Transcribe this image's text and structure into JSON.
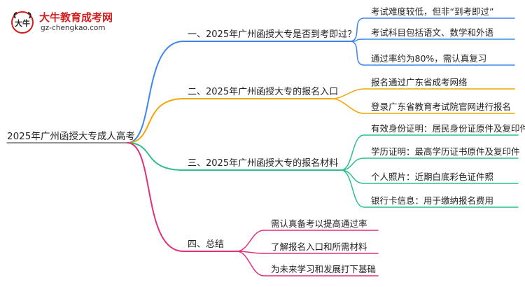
{
  "logo": {
    "name": "大牛教育成考网",
    "url": "gz-chengkao.com",
    "mark_text": "大牛"
  },
  "root": {
    "label": "2025年广州函授大专成人高考"
  },
  "branches": [
    {
      "label": "一、2025年广州函授大专是否到考即过？",
      "color": "#3f86ec",
      "children": [
        "考试难度较低，但非“到考即过”",
        "考试科目包括语文、数学和外语",
        "通过率约为80%，需认真复习"
      ]
    },
    {
      "label": "二、2025年广州函授大专的报名入口",
      "color": "#f0a500",
      "children": [
        "报名通过广东省成考网络",
        "登录广东省教育考试院官网进行报名"
      ]
    },
    {
      "label": "三、2025年广州函授大专的报名材料",
      "color": "#2fbf8a",
      "children": [
        "有效身份证明：居民身份证原件及复印件",
        "学历证明：最高学历证书原件及复印件",
        "个人照片：近期白底彩色证件照",
        "银行卡信息：用于缴纳报名费用"
      ]
    },
    {
      "label": "四、总结",
      "color": "#e0307a",
      "children": [
        "需认真备考以提高通过率",
        "了解报名入口和所需材料",
        "为未来学习和发展打下基础"
      ]
    }
  ]
}
